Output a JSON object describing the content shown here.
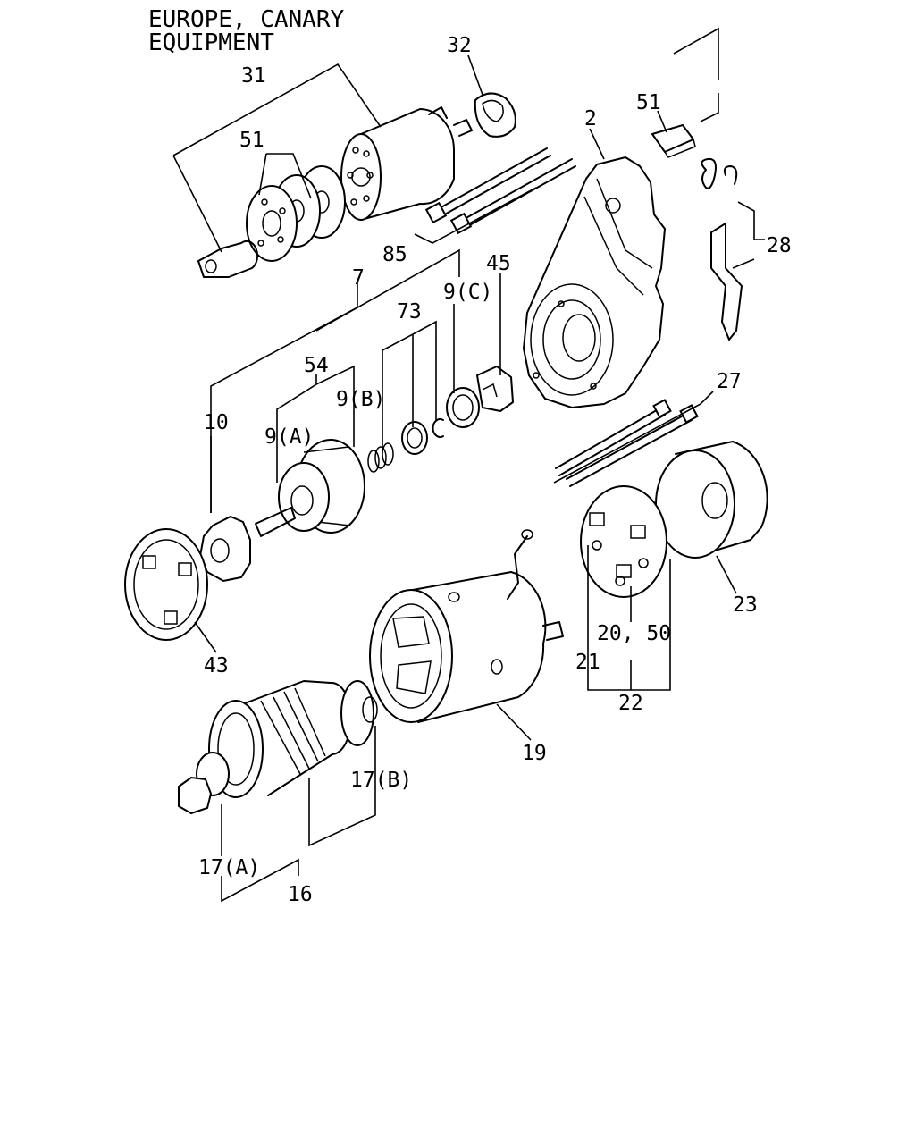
{
  "header": {
    "line1": "EUROPE, CANARY",
    "line2": "EQUIPMENT"
  },
  "labels": {
    "p2": "2",
    "p7": "7",
    "p9a": "9(A)",
    "p9b": "9(B)",
    "p9c": "9(C)",
    "p10": "10",
    "p16": "16",
    "p17a": "17(A)",
    "p17b": "17(B)",
    "p19": "19",
    "p2050": "20, 50",
    "p21": "21",
    "p22": "22",
    "p23": "23",
    "p27": "27",
    "p28": "28",
    "p31": "31",
    "p32": "32",
    "p43": "43",
    "p45": "45",
    "p51a": "51",
    "p51b": "51",
    "p54": "54",
    "p73": "73",
    "p85": "85"
  }
}
